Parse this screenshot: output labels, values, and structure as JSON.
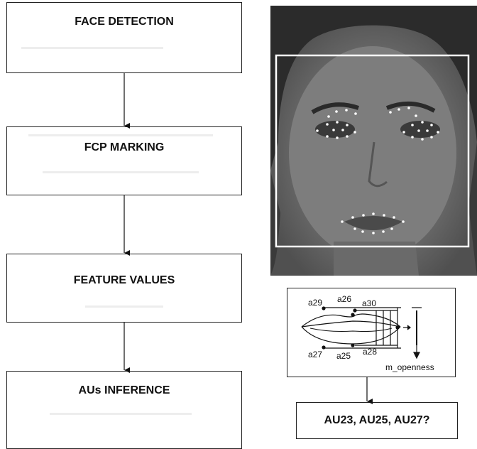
{
  "flowchart": {
    "steps": [
      {
        "label": "FACE DETECTION"
      },
      {
        "label": "FCP MARKING"
      },
      {
        "label": "FEATURE VALUES"
      },
      {
        "label": "AUs INFERENCE"
      }
    ]
  },
  "face_photo": {
    "description_icon": "face-with-feature-points-icon",
    "overlay_color": "#ffffff"
  },
  "lip_diagram": {
    "labels": {
      "a29": "a29",
      "a26": "a26",
      "a30": "a30",
      "a27": "a27",
      "a25": "a25",
      "a28": "a28",
      "openness": "m_openness"
    }
  },
  "result": {
    "label": "AU23, AU25, AU27?"
  }
}
